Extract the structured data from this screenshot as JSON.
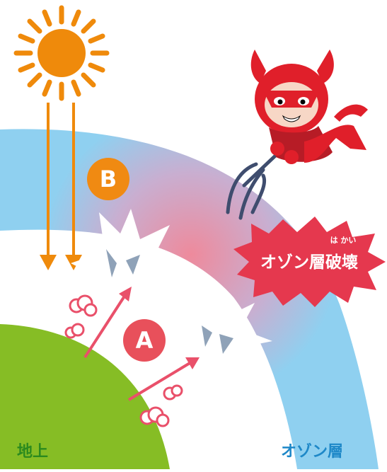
{
  "labels": {
    "ground": "地上",
    "ozone_layer": "オゾン層",
    "marker_a": "A",
    "marker_b": "B",
    "destruction": "オゾン層破壊",
    "destruction_ruby": "は かい"
  },
  "colors": {
    "ozone_blue": "#8fd0f0",
    "ozone_pink": "#ee8a9c",
    "ground_green": "#86bd25",
    "sun_orange": "#ef8a0b",
    "marker_a": "#e8505b",
    "marker_b": "#f08a12",
    "burst_red": "#e5384e",
    "arrow_red": "#e9506a"
  },
  "icons": {
    "sun": "sun-icon",
    "devil": "devil-character",
    "trident": "trident-icon",
    "burst": "explosion-burst",
    "smoke": "smoke-puff"
  }
}
